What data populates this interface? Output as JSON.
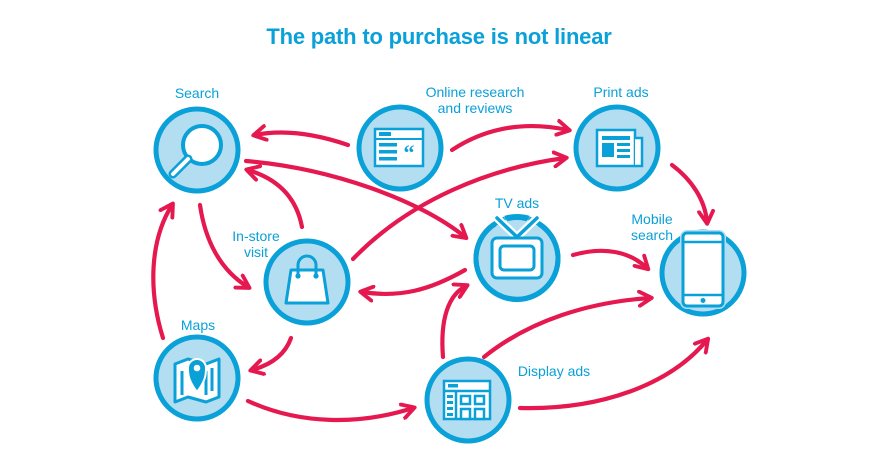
{
  "title": "The path to purchase is not linear",
  "colors": {
    "accent_blue": "#0aa0d8",
    "node_fill": "#b3def2",
    "arrow_red": "#e5194f"
  },
  "nodes": [
    {
      "id": "search",
      "label": "Search",
      "icon": "magnifier-icon"
    },
    {
      "id": "online-research",
      "label": "Online research and reviews",
      "label_lines": [
        "Online research",
        "and reviews"
      ],
      "icon": "webpage-quote-icon"
    },
    {
      "id": "print-ads",
      "label": "Print ads",
      "icon": "newspaper-icon"
    },
    {
      "id": "tv-ads",
      "label": "TV ads",
      "icon": "television-icon"
    },
    {
      "id": "mobile-search",
      "label": "Mobile search",
      "label_lines": [
        "Mobile",
        "search"
      ],
      "icon": "smartphone-icon"
    },
    {
      "id": "in-store",
      "label": "In-store visit",
      "label_lines": [
        "In-store",
        "visit"
      ],
      "icon": "shopping-bag-icon"
    },
    {
      "id": "maps",
      "label": "Maps",
      "icon": "map-pin-icon"
    },
    {
      "id": "display-ads",
      "label": "Display ads",
      "icon": "display-layout-icon"
    }
  ],
  "edges": [
    {
      "from": "online-research",
      "to": "search"
    },
    {
      "from": "online-research",
      "to": "print-ads"
    },
    {
      "from": "search",
      "to": "tv-ads"
    },
    {
      "from": "in-store",
      "to": "search"
    },
    {
      "from": "in-store",
      "to": "print-ads"
    },
    {
      "from": "search",
      "to": "in-store"
    },
    {
      "from": "maps",
      "to": "search"
    },
    {
      "from": "print-ads",
      "to": "mobile-search"
    },
    {
      "from": "tv-ads",
      "to": "in-store"
    },
    {
      "from": "tv-ads",
      "to": "mobile-search"
    },
    {
      "from": "in-store",
      "to": "maps"
    },
    {
      "from": "maps",
      "to": "display-ads"
    },
    {
      "from": "display-ads",
      "to": "tv-ads"
    },
    {
      "from": "display-ads",
      "to": "mobile-search"
    },
    {
      "from": "display-ads",
      "to": "mobile-search"
    }
  ]
}
